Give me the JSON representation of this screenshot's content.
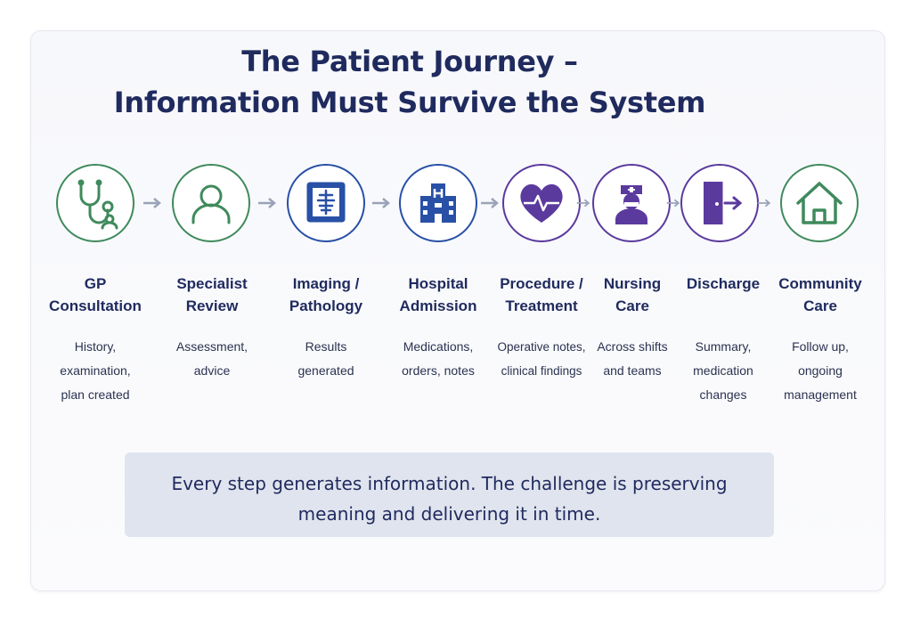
{
  "title": {
    "line1": "The Patient Journey –",
    "line2": "Information Must Survive the System"
  },
  "steps": [
    {
      "label_line1": "GP",
      "label_line2": "Consultation",
      "desc": [
        "History,",
        "examination,",
        "plan created"
      ],
      "icon": "stethoscope-icon",
      "color": "#3f8a5c"
    },
    {
      "label_line1": "Specialist",
      "label_line2": "Review",
      "desc": [
        "Assessment,",
        "advice"
      ],
      "icon": "person-icon",
      "color": "#3f8a5c"
    },
    {
      "label_line1": "Imaging /",
      "label_line2": "Pathology",
      "desc": [
        "Results",
        "generated"
      ],
      "icon": "xray-icon",
      "color": "#2850a6"
    },
    {
      "label_line1": "Hospital",
      "label_line2": "Admission",
      "desc": [
        "Medications,",
        "orders, notes"
      ],
      "icon": "hospital-icon",
      "color": "#2850a6"
    },
    {
      "label_line1": "Procedure /",
      "label_line2": "Treatment",
      "desc": [
        "Operative notes,",
        "clinical findings"
      ],
      "icon": "heart-pulse-icon",
      "color": "#5b3a9e"
    },
    {
      "label_line1": "Nursing",
      "label_line2": "Care",
      "desc": [
        "Across shifts",
        "and teams"
      ],
      "icon": "nurse-icon",
      "color": "#5b3a9e"
    },
    {
      "label_line1": "Discharge",
      "label_line2": "",
      "desc": [
        "Summary,",
        "medication",
        "changes"
      ],
      "icon": "exit-door-icon",
      "color": "#5b3a9e"
    },
    {
      "label_line1": "Community",
      "label_line2": "Care",
      "desc": [
        "Follow up,",
        "ongoing",
        "management"
      ],
      "icon": "home-icon",
      "color": "#3f8a5c"
    }
  ],
  "banner": {
    "line1": "Every step generates information. The challenge is preserving",
    "line2": "meaning and delivering it in time."
  },
  "colors": {
    "green": "#3f8a5c",
    "blue": "#2850a6",
    "purple": "#5b3a9e",
    "arrow": "#9aa3b8"
  }
}
